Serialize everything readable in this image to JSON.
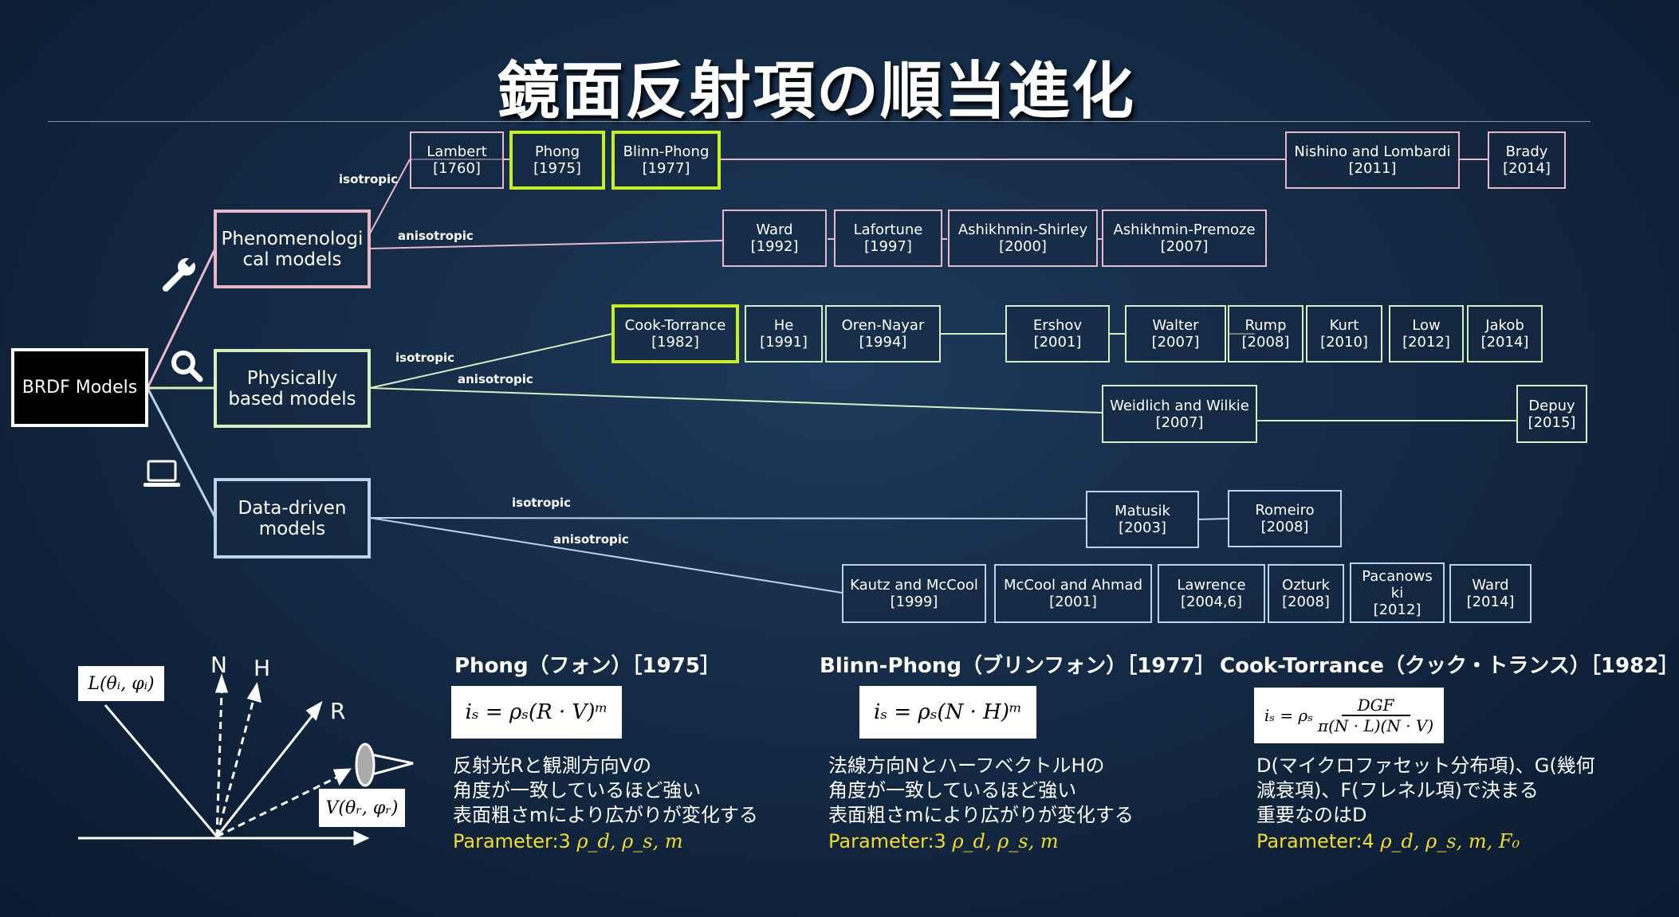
{
  "title": "鏡面反射項の順当進化",
  "root": "BRDF Models",
  "categories": {
    "phenom": "Phenomenologi\ncal models",
    "physical": "Physically\nbased models",
    "data": "Data-driven\nmodels"
  },
  "branch_labels": {
    "phenom_iso": "isotropic",
    "phenom_aniso": "anisotropic",
    "phys_iso": "isotropic",
    "phys_aniso": "anisotropic",
    "data_iso": "isotropic",
    "data_aniso": "anisotropic"
  },
  "models": {
    "lambert": "Lambert\n[1760]",
    "phong": "Phong\n[1975]",
    "blinn": "Blinn-Phong\n[1977]",
    "nishino": "Nishino and Lombardi\n[2011]",
    "brady": "Brady\n[2014]",
    "ward1992": "Ward\n[1992]",
    "lafortune": "Lafortune\n[1997]",
    "ash_shirley": "Ashikhmin-Shirley\n[2000]",
    "ash_premoze": "Ashikhmin-Premoze\n[2007]",
    "cook": "Cook-Torrance\n[1982]",
    "he": "He\n[1991]",
    "oren": "Oren-Nayar\n[1994]",
    "ershov": "Ershov\n[2001]",
    "walter": "Walter\n[2007]",
    "rump": "Rump\n[2008]",
    "kurt": "Kurt\n[2010]",
    "low": "Low\n[2012]",
    "jakob": "Jakob\n[2014]",
    "weidlich": "Weidlich and Wilkie\n[2007]",
    "depuy": "Depuy\n[2015]",
    "matusik": "Matusik\n[2003]",
    "romeiro": "Romeiro\n[2008]",
    "kautz": "Kautz and McCool\n[1999]",
    "mccool": "McCool and Ahmad\n[2001]",
    "lawrence": "Lawrence\n[2004,6]",
    "ozturk": "Ozturk\n[2008]",
    "pacanowski": "Pacanows\nki\n[2012]",
    "ward2014": "Ward\n[2014]"
  },
  "diagram": {
    "L": "L(θᵢ, φᵢ)",
    "V": "V(θᵣ, φᵣ)",
    "N": "N",
    "H": "H",
    "R": "R"
  },
  "sections": [
    {
      "title": "Phong（フォン）［1975］",
      "formula": "iₛ = ρₛ(R · V)ᵐ",
      "desc": [
        "反射光Rと観測方向Vの",
        "角度が一致しているほど強い",
        "表面粗さmにより広がりが変化する"
      ],
      "param_label": "Parameter:3",
      "param_vars": "ρ_d, ρ_s, m"
    },
    {
      "title": "Blinn-Phong（ブリンフォン）［1977］",
      "formula": "iₛ = ρₛ(N · H)ᵐ",
      "desc": [
        "法線方向NとハーフベクトルHの",
        "角度が一致しているほど強い",
        "表面粗さmにより広がりが変化する"
      ],
      "param_label": "Parameter:3",
      "param_vars": "ρ_d, ρ_s, m"
    },
    {
      "title": "Cook-Torrance（クック・トランス）［1982］",
      "formula_num": "DGF",
      "formula_lhs": "iₛ = ρₛ",
      "formula_den": "π(N · L)(N · V)",
      "desc": [
        "D(マイクロファセット分布項)、G(幾何",
        "減衰項)、F(フレネル項)で決まる",
        "重要なのはD"
      ],
      "param_label": "Parameter:4",
      "param_vars": "ρ_d, ρ_s, m, F₀"
    }
  ],
  "colors": {
    "phenomenological": "#e8b8c8",
    "physical": "#d6eec0",
    "data_driven": "#b8d4ea",
    "highlight": "#c8f01e",
    "parameter": "#f3dc2a"
  }
}
